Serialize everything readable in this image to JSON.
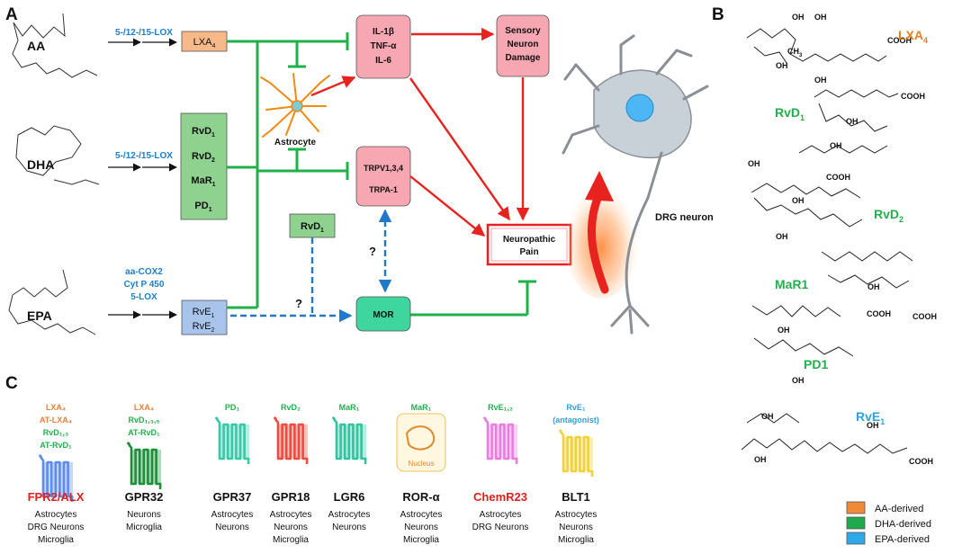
{
  "panels": {
    "a": "A",
    "b": "B",
    "c": "C"
  },
  "precursors": {
    "aa": "AA",
    "dha": "DHA",
    "epa": "EPA"
  },
  "enzymes": {
    "aa": "5-/12-/15-LOX",
    "dha": "5-/12-/15-LOX",
    "epa": [
      "aa-COX2",
      "Cyt P 450",
      "5-LOX"
    ]
  },
  "mediators": {
    "lxa4": {
      "base": "LXA",
      "sub": "4"
    },
    "dha_list": [
      {
        "base": "RvD",
        "sub": "1"
      },
      {
        "base": "RvD",
        "sub": "2"
      },
      {
        "base": "MaR",
        "sub": "1"
      },
      {
        "base": "PD",
        "sub": "1"
      }
    ],
    "rvd1_standalone": {
      "base": "RvD",
      "sub": "1"
    },
    "rve": [
      {
        "base": "RvE",
        "sub": "1"
      },
      {
        "base": "RvE",
        "sub": "2"
      }
    ]
  },
  "targets": {
    "cytokines": [
      "IL-1β",
      "TNF-α",
      "IL-6"
    ],
    "channels": [
      "TRPV1,3,4",
      "TRPA-1"
    ],
    "mor": "MOR",
    "sensory_damage": [
      "Sensory",
      "Neuron",
      "Damage"
    ],
    "neuropathic": [
      "Neuropathic",
      "Pain"
    ]
  },
  "labels": {
    "astrocyte": "Astrocyte",
    "drg_neuron": "DRG neuron",
    "question": "?"
  },
  "structures": [
    {
      "base": "LXA",
      "sub": "4",
      "color": "#e67e22"
    },
    {
      "base": "RvD",
      "sub": "1",
      "color": "#22b04b"
    },
    {
      "base": "RvD",
      "sub": "2",
      "color": "#22b04b"
    },
    {
      "base": "MaR1",
      "sub": "",
      "color": "#22b04b"
    },
    {
      "base": "PD1",
      "sub": "",
      "color": "#22b04b"
    },
    {
      "base": "RvE",
      "sub": "1",
      "color": "#2ea3e0"
    }
  ],
  "chem_labels": {
    "cooh": "COOH",
    "oh": "OH",
    "ch3": "CH",
    "ch3_sub": "3"
  },
  "legend": [
    {
      "label": "AA-derived",
      "color": "#f08a38"
    },
    {
      "label": "DHA-derived",
      "color": "#1faa4e"
    },
    {
      "label": "EPA-derived",
      "color": "#2ea8e8"
    }
  ],
  "receptors": [
    {
      "ligands": [
        {
          "text": "LXA₄",
          "color": "#e8803a"
        },
        {
          "text": "AT-LXA₄",
          "color": "#e8803a"
        },
        {
          "text": "RvD₁,₃",
          "color": "#22b04b"
        },
        {
          "text": "AT-RvD₁",
          "color": "#22b04b"
        }
      ],
      "name": "FPR2/ALX",
      "name_color": "#e01f1f",
      "cells": [
        "Astrocytes",
        "DRG Neurons",
        "Microglia"
      ],
      "color": "#5b8def"
    },
    {
      "ligands": [
        {
          "text": "LXA₄",
          "color": "#e8803a"
        },
        {
          "text": "RvD₁,₃,₅",
          "color": "#22b04b"
        },
        {
          "text": "AT-RvD₁",
          "color": "#22b04b"
        }
      ],
      "name": "GPR32",
      "name_color": "#111111",
      "cells": [
        "Neurons",
        "Microglia"
      ],
      "color": "#1e8f3a"
    },
    {
      "ligands": [
        {
          "text": "PD₁",
          "color": "#22b04b"
        }
      ],
      "name": "GPR37",
      "name_color": "#111111",
      "cells": [
        "Astrocytes",
        "Neurons"
      ],
      "color": "#38c9a8"
    },
    {
      "ligands": [
        {
          "text": "RvD₂",
          "color": "#22b04b"
        }
      ],
      "name": "GPR18",
      "name_color": "#111111",
      "cells": [
        "Astrocytes",
        "Neurons",
        "Microglia"
      ],
      "color": "#ee4b3f"
    },
    {
      "ligands": [
        {
          "text": "MaR₁",
          "color": "#22b04b"
        }
      ],
      "name": "LGR6",
      "name_color": "#111111",
      "cells": [
        "Astrocytes",
        "Neurons"
      ],
      "color": "#34c4a0"
    },
    {
      "ligands": [
        {
          "text": "MaR₁",
          "color": "#22b04b"
        }
      ],
      "name": "ROR-α",
      "name_color": "#111111",
      "cells": [
        "Astrocytes",
        "Neurons",
        "Microglia"
      ],
      "color": "#e08a2a",
      "nucleus_label": "Nucleus"
    },
    {
      "ligands": [
        {
          "text": "RvE₁,₂",
          "color": "#22b04b"
        }
      ],
      "name": "ChemR23",
      "name_color": "#e01f1f",
      "cells": [
        "Astrocytes",
        "DRG Neurons"
      ],
      "color": "#ea7ee0"
    },
    {
      "ligands": [
        {
          "text": "RvE₁",
          "color": "#2ea3e0"
        },
        {
          "text": "(antagonist)",
          "color": "#2ea3e0"
        }
      ],
      "name": "BLT1",
      "name_color": "#111111",
      "cells": [
        "Astrocytes",
        "Neurons",
        "Microglia"
      ],
      "color": "#f2d23a"
    }
  ],
  "colors": {
    "aa_box": "#f7b98a",
    "dha_box": "#8fd18e",
    "epa_box": "#a9c4ea",
    "cyto_box": "#f7a7b2",
    "mor_box": "#3fd59e",
    "green_arrow": "#1fb14a",
    "red_arrow": "#e8231f",
    "blue_arrow": "#1f78c8",
    "enzyme_text": "#1a7fd0"
  }
}
